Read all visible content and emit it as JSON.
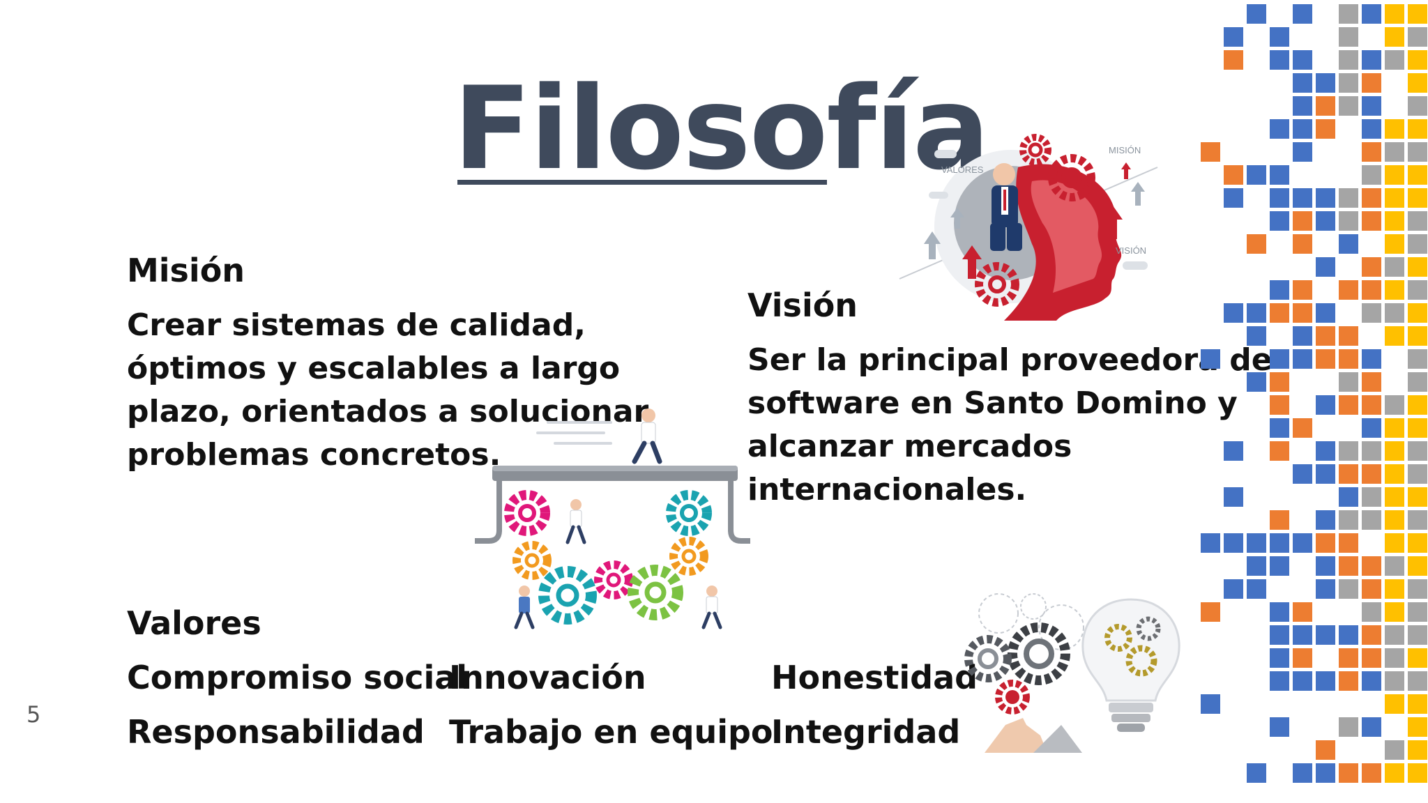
{
  "slide": {
    "title": "Filosofía",
    "page_number": "5"
  },
  "mision": {
    "heading": "Misión",
    "lines": [
      "Crear sistemas de calidad,",
      "óptimos y escalables a largo",
      "plazo, orientados a solucionar",
      "problemas concretos."
    ]
  },
  "vision": {
    "heading": "Visión",
    "lines": [
      "Ser la principal proveedora de",
      "software en Santo Domino y",
      "alcanzar mercados",
      "internacionales."
    ]
  },
  "valores": {
    "heading": "Valores",
    "items": [
      "Compromiso social",
      "Innovación",
      "Honestidad",
      "Responsabilidad",
      "Trabajo en equipo",
      "Integridad"
    ]
  },
  "illustration_labels": {
    "valores": "VALORES",
    "mision": "MISIÓN",
    "vision": "VISIÓN"
  },
  "colors": {
    "title": "#3f4a5c",
    "blue": "#4472c4",
    "orange": "#ed7d31",
    "gray": "#a5a5a5",
    "yellow": "#ffc000",
    "red": "#c8202f",
    "pink": "#e0177a",
    "teal": "#1aa3b0",
    "green": "#7cc242"
  }
}
